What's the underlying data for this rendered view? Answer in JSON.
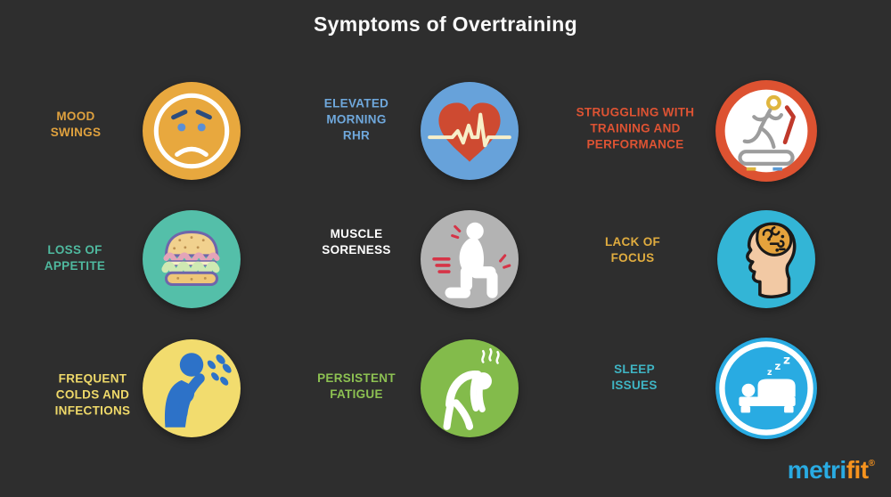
{
  "title": "Symptoms of Overtraining",
  "background_color": "#2E2E2E",
  "title_color": "#FAFAFA",
  "symptoms": [
    {
      "label": "MOOD SWINGS",
      "lines": [
        "MOOD",
        "SWINGS"
      ],
      "label_color": "#DFA13E",
      "icon": "sad-face-icon",
      "circle_color": "#E8A83E"
    },
    {
      "label": "ELEVATED MORNING RHR",
      "lines": [
        "ELEVATED",
        "MORNING",
        "RHR"
      ],
      "label_color": "#6FA8DC",
      "icon": "heart-pulse-icon",
      "circle_color": "#67A2DA"
    },
    {
      "label": "STRUGGLING WITH TRAINING AND PERFORMANCE",
      "lines": [
        "STRUGGLING WITH",
        "TRAINING AND",
        "PERFORMANCE"
      ],
      "label_color": "#DE5333",
      "icon": "runner-treadmill-icon",
      "circle_color": "#DD5231"
    },
    {
      "label": "LOSS OF APPETITE",
      "lines": [
        "LOSS OF",
        "APPETITE"
      ],
      "label_color": "#4FB99F",
      "icon": "burger-icon",
      "circle_color": "#54BFA9"
    },
    {
      "label": "MUSCLE SORENESS",
      "lines": [
        "MUSCLE",
        "SORENESS"
      ],
      "label_color": "#FFFFFF",
      "icon": "kneeling-person-icon",
      "circle_color": "#B3B3B3"
    },
    {
      "label": "LACK OF FOCUS",
      "lines": [
        "LACK OF",
        "FOCUS"
      ],
      "label_color": "#E0AC3F",
      "icon": "head-brain-icon",
      "circle_color": "#33B5D6"
    },
    {
      "label": "FREQUENT COLDS AND INFECTIONS",
      "lines": [
        "FREQUENT",
        "COLDS AND",
        "INFECTIONS"
      ],
      "label_color": "#EFD969",
      "icon": "sneezing-person-icon",
      "circle_color": "#F2DC6E"
    },
    {
      "label": "PERSISTENT FATIGUE",
      "lines": [
        "PERSISTENT",
        "FATIGUE"
      ],
      "label_color": "#8DC152",
      "icon": "fatigued-person-icon",
      "circle_color": "#83BB4B"
    },
    {
      "label": "SLEEP ISSUES",
      "lines": [
        "SLEEP",
        "ISSUES"
      ],
      "label_color": "#3FB5C4",
      "icon": "sleeping-bed-icon",
      "circle_color": "#29ABE2",
      "icon_zs": [
        "z",
        "z",
        "z"
      ]
    }
  ],
  "logo": {
    "part1": "metri",
    "part2": "fit",
    "registered": "®",
    "part1_color": "#29ABE2",
    "part2_color": "#F7931E"
  }
}
